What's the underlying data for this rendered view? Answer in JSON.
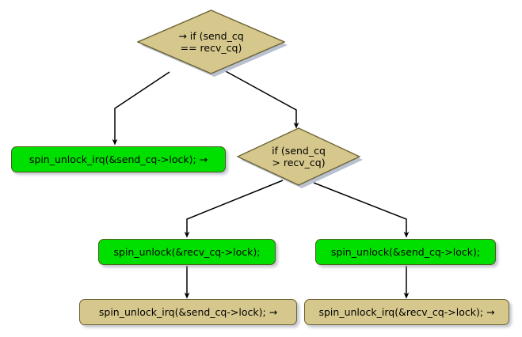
{
  "diagram": {
    "title": "send_cq / recv_cq spin_unlock decision flow",
    "type": "flowchart",
    "colors": {
      "decision_fill": "#d6c88c",
      "decision_stroke": "#6b6233",
      "process_active_fill": "#00e000",
      "process_active_stroke": "#4d5a1f",
      "process_inactive_fill": "#d6c88c",
      "process_inactive_stroke": "#6b6233",
      "edge_stroke": "#000000",
      "shadow": "#b9c0d0",
      "background": "#ffffff"
    }
  },
  "nodes": {
    "decision_eq": {
      "kind": "decision",
      "text": "→ if (send_cq\n== recv_cq)",
      "line1": "→ if (send_cq",
      "line2": "== recv_cq)"
    },
    "unlock_irq_send_top": {
      "kind": "process",
      "state": "highlighted",
      "text": "spin_unlock_irq(&send_cq->lock); →"
    },
    "decision_gt": {
      "kind": "decision",
      "text": "if (send_cq\n> recv_cq)",
      "line1": "if (send_cq",
      "line2": "> recv_cq)"
    },
    "unlock_recv": {
      "kind": "process",
      "state": "highlighted",
      "text": "spin_unlock(&recv_cq->lock);"
    },
    "unlock_send": {
      "kind": "process",
      "state": "highlighted",
      "text": "spin_unlock(&send_cq->lock);"
    },
    "unlock_irq_send_bottom": {
      "kind": "process",
      "state": "normal",
      "text": "spin_unlock_irq(&send_cq->lock); →"
    },
    "unlock_irq_recv_bottom": {
      "kind": "process",
      "state": "normal",
      "text": "spin_unlock_irq(&recv_cq->lock); →"
    }
  },
  "edges": [
    {
      "name": "eq-to-unlock-irq-send-top",
      "from": "decision_eq",
      "to": "unlock_irq_send_top",
      "label": ""
    },
    {
      "name": "eq-to-decision-gt",
      "from": "decision_eq",
      "to": "decision_gt",
      "label": ""
    },
    {
      "name": "gt-to-unlock-recv",
      "from": "decision_gt",
      "to": "unlock_recv",
      "label": ""
    },
    {
      "name": "gt-to-unlock-send",
      "from": "decision_gt",
      "to": "unlock_send",
      "label": ""
    },
    {
      "name": "unlock-recv-to-irq-send",
      "from": "unlock_recv",
      "to": "unlock_irq_send_bottom",
      "label": ""
    },
    {
      "name": "unlock-send-to-irq-recv",
      "from": "unlock_send",
      "to": "unlock_irq_recv_bottom",
      "label": ""
    }
  ]
}
